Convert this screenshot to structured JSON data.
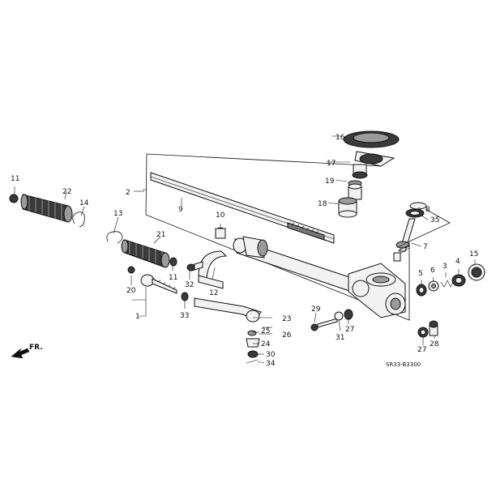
{
  "diagram": {
    "code": "SR33-B3300",
    "direction_label": "FR.",
    "callouts": {
      "c1": "1",
      "c2": "2",
      "c3": "3",
      "c4": "4",
      "c5": "5",
      "c6": "6",
      "c7": "7",
      "c8": "8",
      "c9": "9",
      "c10": "10",
      "c11a": "11",
      "c11b": "11",
      "c12": "12",
      "c13": "13",
      "c14": "14",
      "c15": "15",
      "c16": "16",
      "c17": "17",
      "c18": "18",
      "c19": "19",
      "c20": "20",
      "c21": "21",
      "c22": "22",
      "c23": "23",
      "c24": "24",
      "c25": "25",
      "c26": "26",
      "c27a": "27",
      "c27b": "27",
      "c28": "28",
      "c29": "29",
      "c30": "30",
      "c31": "31",
      "c32": "32",
      "c33": "33",
      "c34": "34",
      "c35": "35"
    }
  }
}
